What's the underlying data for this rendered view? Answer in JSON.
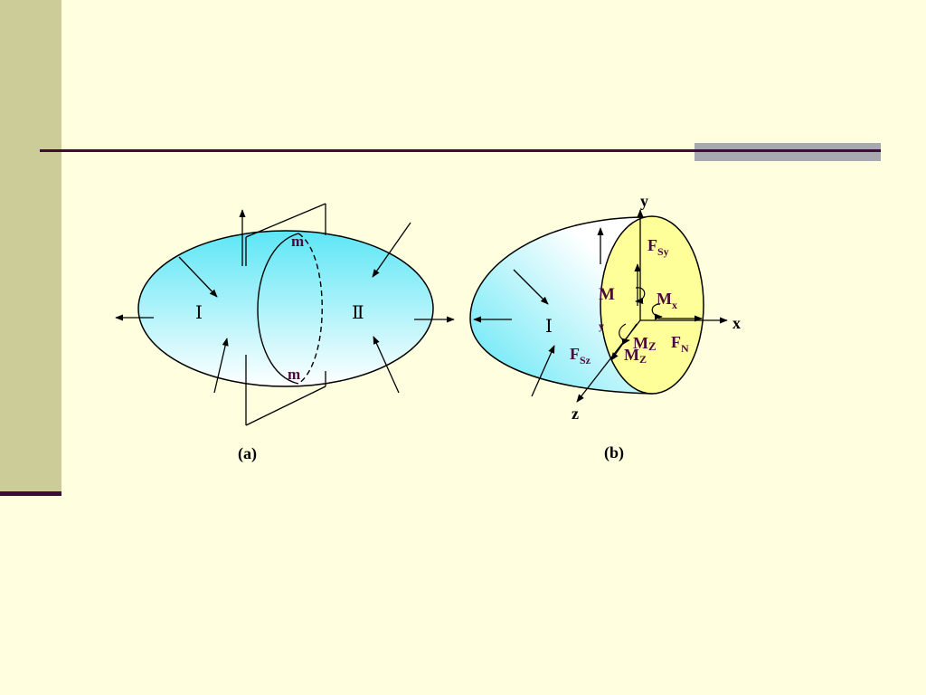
{
  "colors": {
    "background": "#FFFFE0",
    "strip": "#CCCC99",
    "rule": "#3D0C3D",
    "accent": "#A8A8B0",
    "body_gradient_top": "#5CE6F5",
    "body_gradient_bottom": "#FFFFFF",
    "section_fill": "#FFFF99",
    "label_color": "#4B0A3A"
  },
  "panel_a": {
    "caption": "(a)",
    "part_left": "Ⅰ",
    "part_right": "Ⅱ",
    "section_top": "m",
    "section_bottom": "m"
  },
  "panel_b": {
    "caption": "(b)",
    "part": "Ⅰ",
    "axis_x": "x",
    "axis_y": "y",
    "axis_z": "z",
    "f_sy_main": "F",
    "f_sy_sub": "Sy",
    "moment": "M",
    "m_x_main": "M",
    "m_x_sub": "x",
    "f_n_main": "F",
    "f_n_sub": "N",
    "f_sz_main": "F",
    "f_sz_sub": "Sz",
    "m_y_small": "y",
    "m_z_main": "M",
    "m_z_sub": "Z",
    "m_z2_main": "M",
    "m_z2_sub": "Z"
  }
}
